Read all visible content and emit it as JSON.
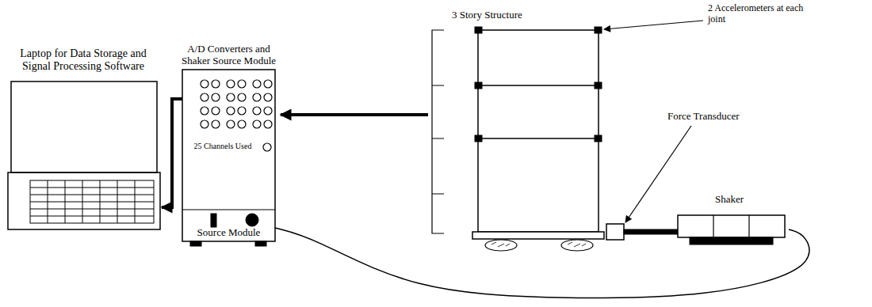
{
  "diagram": {
    "nodes": [
      {
        "text": [
          "Laptop for Data Storage and Signal Processing Software"
        ]
      },
      {
        "text": [
          "A/D Converters and Shaker Source Module",
          "25 Channels Used"
        ]
      },
      {
        "text": [
          "Source Module"
        ],
        "in": 1
      },
      {
        "text": [
          "3 Story Structure"
        ]
      },
      {
        "text": [
          "Shaker"
        ]
      }
    ],
    "edges": [
      {
        "from": 3,
        "to": 1,
        "arrow": "to"
      },
      {
        "from": 1,
        "to": 0,
        "arrow": "to"
      },
      {
        "from": 2,
        "to": 4,
        "arrow": "none"
      }
    ],
    "labels": [
      "2 Accelerometers at each joint",
      "Force Transducer"
    ]
  }
}
